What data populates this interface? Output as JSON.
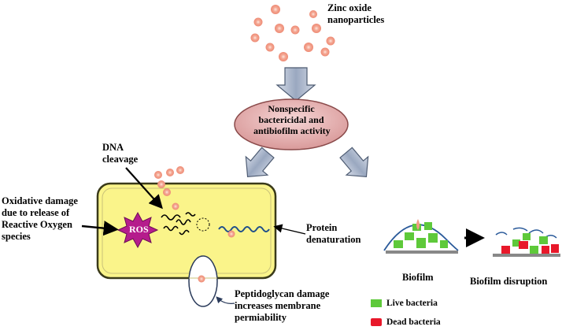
{
  "labels": {
    "zinc_oxide": "Zinc oxide\nnanoparticles",
    "center_activity": "Nonspecific\nbactericidal and\nantibiofilm activity",
    "dna_cleavage": "DNA\ncleavage",
    "oxidative_damage": "Oxidative damage\ndue to release of\nReactive Oxygen\nspecies",
    "ros": "ROS",
    "protein_denaturation": "Protein\ndenaturation",
    "peptidoglycan_damage": "Peptidoglycan damage\nincreases membrane\npermiability",
    "biofilm": "Biofilm",
    "biofilm_disruption": "Biofilm disruption"
  },
  "legend": [
    {
      "label": "Live bacteria",
      "color": "#5ec93a"
    },
    {
      "label": "Dead bacteria",
      "color": "#e8182a"
    }
  ],
  "colors": {
    "nanoparticle": "#f29a86",
    "nanoparticle_core": "#ffd9cf",
    "cell_fill": "#faf48a",
    "cell_border": "#3a3a1a",
    "ellipse_fill": "#e8b2b2",
    "ros_star": "#b51c8c",
    "arrow_fill": "#b4bfd2",
    "arrow_stroke": "#4d5b72",
    "live": "#5ec93a",
    "dead": "#e8182a"
  }
}
